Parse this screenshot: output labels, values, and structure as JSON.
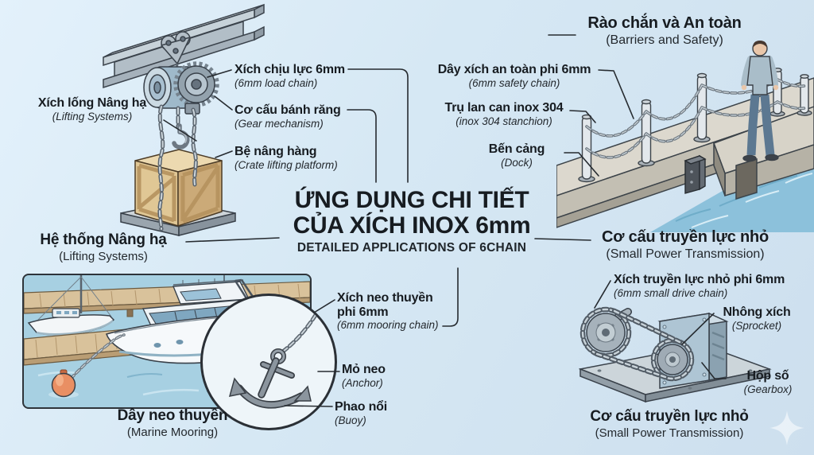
{
  "title": {
    "vi_line1": "ỨNG DỤNG CHI TIẾT",
    "vi_line2": "CỦA XÍCH INOX 6mm",
    "en_subtitle": "DETAILED APPLICATIONS OF 6CHAIN"
  },
  "colors": {
    "background": "#d6e8f4",
    "text": "#171c21",
    "water": "#8cc1db",
    "wood": "#d9c29b",
    "buoy_orange": "#e98f63",
    "steel_blue": "#9fb9ca"
  },
  "lifting": {
    "side_callout": {
      "vi": "Xích lống Nâng hạ",
      "en": "(Lifting Systems)"
    },
    "callouts": [
      {
        "vi": "Xích chịu lực 6mm",
        "en": "(6mm load chain)"
      },
      {
        "vi": "Cơ cấu bánh răng",
        "en": "(Gear mechanism)"
      },
      {
        "vi": "Bệ nâng hàng",
        "en": "(Crate lifting platform)"
      }
    ],
    "caption": {
      "vi": "Hệ thống Nâng hạ",
      "en": "(Lifting Systems)"
    }
  },
  "barriers": {
    "header": {
      "vi": "Rào chắn và An toàn",
      "en": "(Barriers and Safety)"
    },
    "callouts": [
      {
        "vi": "Dây xích an toàn phi 6mm",
        "en": "(6mm safety chain)"
      },
      {
        "vi": "Trụ lan can inox 304",
        "en": "(inox 304 stanchion)"
      },
      {
        "vi": "Bến cảng",
        "en": "(Dock)"
      }
    ]
  },
  "mooring": {
    "callouts": [
      {
        "vi": "Xích neo thuyền",
        "vi2": "phi 6mm",
        "en": "(6mm mooring chain)"
      },
      {
        "vi": "Mỏ neo",
        "en": "(Anchor)"
      },
      {
        "vi": "Phao nổi",
        "en": "(Buoy)"
      }
    ],
    "caption": {
      "vi": "Dây neo thuyền",
      "en": "(Marine Mooring)"
    }
  },
  "transmission": {
    "header": {
      "vi": "Cơ cấu truyền lực nhỏ",
      "en": "(Small Power Transmission)"
    },
    "callouts": [
      {
        "vi": "Xích truyền lực nhỏ phi 6mm",
        "en": "(6mm small drive chain)"
      },
      {
        "vi": "Nhông xích",
        "en": "(Sprocket)"
      },
      {
        "vi": "Hộp số",
        "en": "(Gearbox)"
      }
    ],
    "caption": {
      "vi": "Cơ cấu truyền lực nhỏ",
      "en": "(Small Power Transmission)"
    }
  }
}
